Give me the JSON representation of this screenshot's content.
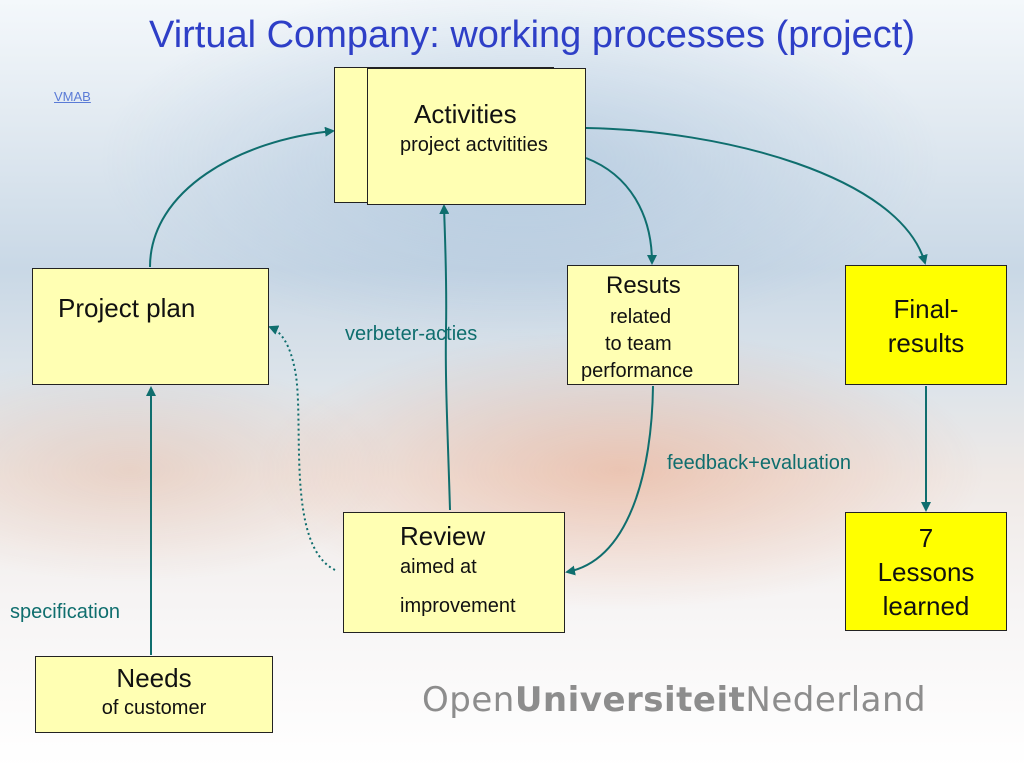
{
  "slide": {
    "title": "Virtual Company: working processes (project)",
    "link": "VMAB"
  },
  "colors": {
    "title": "#2e3fc7",
    "box_fill": "#ffffb3",
    "box_highlight": "#ffff00",
    "arrow": "#0f6e6e",
    "label": "#0f6e6e"
  },
  "nodes": {
    "activities": {
      "title": "Activities",
      "subtitle": "project actvitities"
    },
    "project_plan": {
      "title": "Project plan"
    },
    "results": {
      "title": "Resuts",
      "line1": "related",
      "line2": "to team",
      "line3": "performance"
    },
    "final_results": {
      "line1": "Final-",
      "line2": "results"
    },
    "review": {
      "title": "Review",
      "line1": "aimed at",
      "line2": "improvement"
    },
    "lessons": {
      "line1": "7",
      "line2": "Lessons",
      "line3": "learned"
    },
    "needs": {
      "title": "Needs",
      "subtitle": "of customer"
    }
  },
  "edge_labels": {
    "verbeter": "verbeter-acties",
    "feedback": "feedback+evaluation",
    "specification": "specification"
  },
  "logo": {
    "part1": "Open",
    "part2": "Universiteit",
    "part3": "Nederland"
  }
}
